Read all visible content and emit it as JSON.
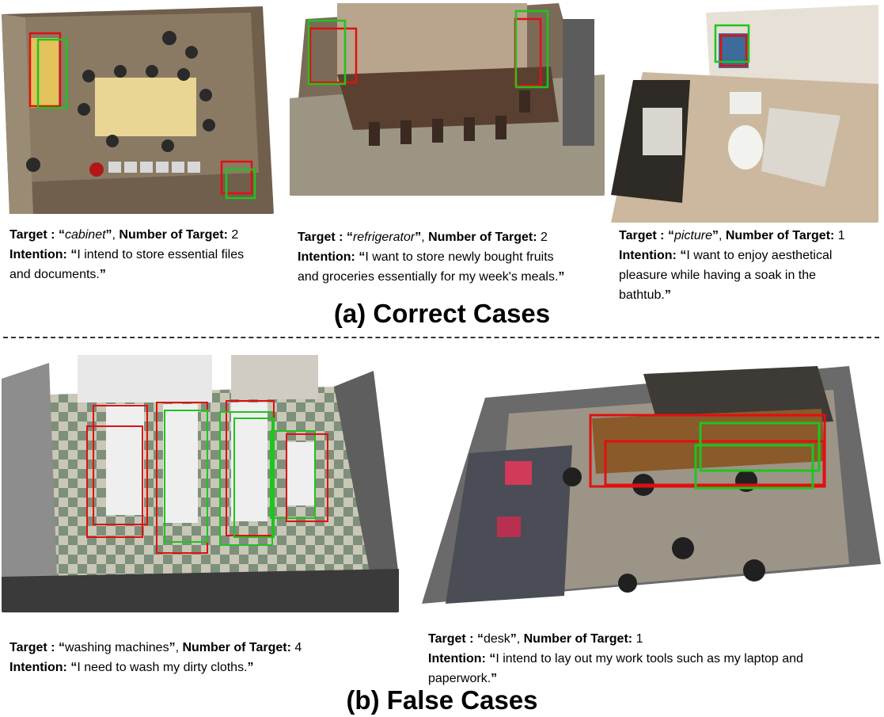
{
  "sections": {
    "correct": "(a) Correct Cases",
    "false": "(b) False Cases"
  },
  "labels": {
    "target": "Target : ",
    "number": "Number of Target: ",
    "intention": "Intention: "
  },
  "cases": [
    {
      "target": "cabinet",
      "count": "2",
      "intention": "I intend to store essential files and documents.",
      "intention_lines": [
        "I intend to store essential files",
        "and documents."
      ]
    },
    {
      "target": "refrigerator",
      "count": "2",
      "intention_lines": [
        "I want to store newly bought fruits",
        "and groceries essentially for my week's meals."
      ]
    },
    {
      "target": "picture",
      "count": "1",
      "intention_lines": [
        "I want to enjoy aesthetical",
        "pleasure while having a soak in the",
        "bathtub."
      ]
    },
    {
      "target": "washing machines",
      "count": "4",
      "intention_lines": [
        "I need to wash my dirty cloths."
      ]
    },
    {
      "target": "desk",
      "count": "1",
      "intention_lines": [
        "I intend to lay out my work tools such as my laptop and",
        "paperwork."
      ]
    }
  ],
  "colors": {
    "prediction_box": "#e01010",
    "ground_truth_box": "#1fc41f"
  }
}
